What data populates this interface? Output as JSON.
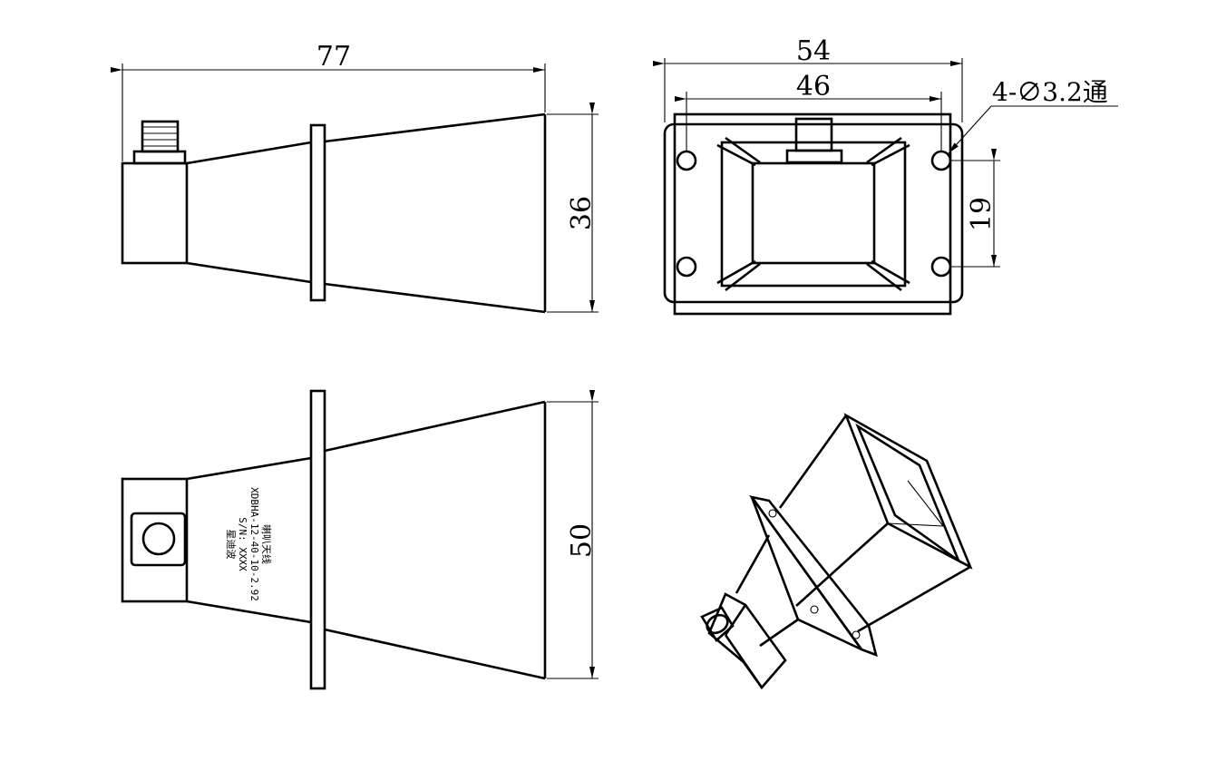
{
  "dimensions": {
    "length": "77",
    "aperture_height": "36",
    "flange_width": "54",
    "hole_spacing_x": "46",
    "hole_spacing_y": "19",
    "aperture_width": "50"
  },
  "notes": {
    "holes": "4-∅3.2通"
  },
  "product_label": {
    "line1": "喇叭天线",
    "line2": "XDBHA-12-40-10-2.92",
    "line3": "S/N: XXXX",
    "line4": "星迪波"
  }
}
